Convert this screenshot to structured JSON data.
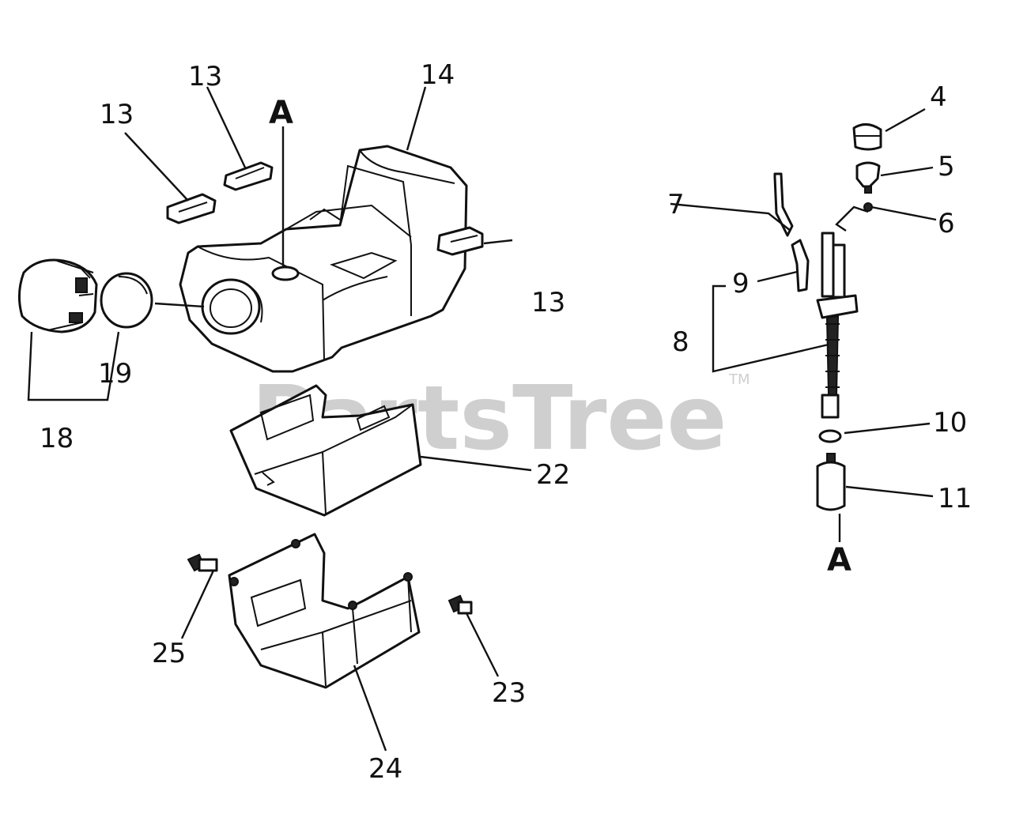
{
  "watermark": {
    "text": "PartsTree",
    "trademark": "TM"
  },
  "callouts": {
    "c4": "4",
    "c5": "5",
    "c6": "6",
    "c7": "7",
    "c8": "8",
    "c9": "9",
    "c10": "10",
    "c11": "11",
    "c13a": "13",
    "c13b": "13",
    "c13c": "13",
    "c14": "14",
    "c18": "18",
    "c19": "19",
    "c22": "22",
    "c23": "23",
    "c24": "24",
    "c25": "25",
    "a_top": "A",
    "a_bottom": "A"
  }
}
